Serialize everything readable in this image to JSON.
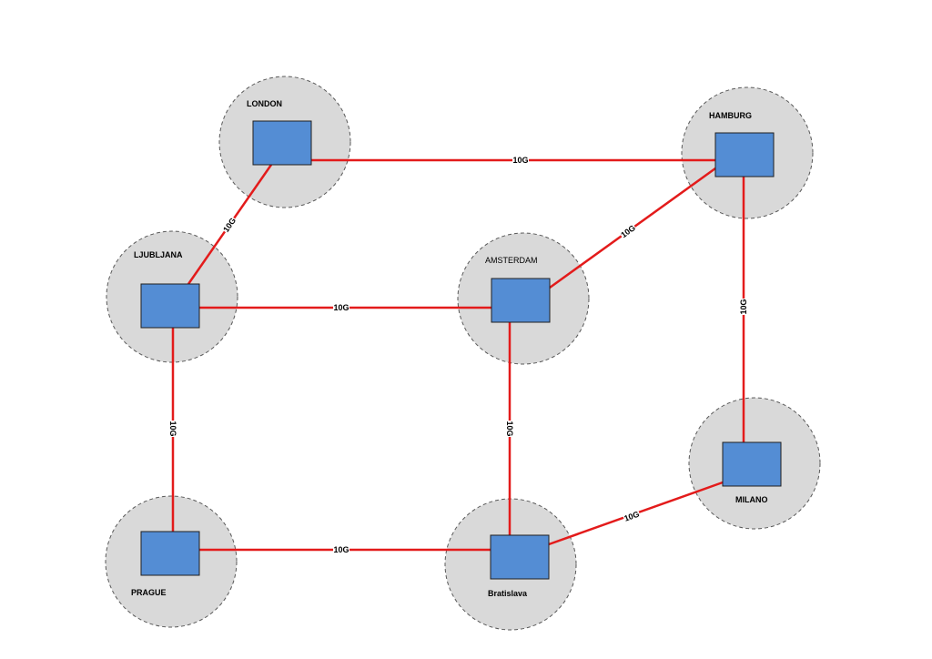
{
  "colors": {
    "background": "#ffffff",
    "site_fill": "#d9d9d9",
    "site_border": "#595959",
    "router_fill": "#548dd4",
    "link": "#e31b1b"
  },
  "sites": [
    {
      "id": "london",
      "label": "LONDON",
      "bold": true
    },
    {
      "id": "hamburg",
      "label": "HAMBURG",
      "bold": true
    },
    {
      "id": "ljubljana",
      "label": "LJUBLJANA",
      "bold": true
    },
    {
      "id": "amsterdam",
      "label": "AMSTERDAM",
      "bold": false
    },
    {
      "id": "milano",
      "label": "MILANO",
      "bold": true
    },
    {
      "id": "prague",
      "label": "PRAGUE",
      "bold": true
    },
    {
      "id": "bratislava",
      "label": "Bratislava",
      "bold": true
    }
  ],
  "links": [
    {
      "from": "london",
      "to": "hamburg",
      "label": "10G"
    },
    {
      "from": "london",
      "to": "ljubljana",
      "label": "10G"
    },
    {
      "from": "ljubljana",
      "to": "amsterdam",
      "label": "10G"
    },
    {
      "from": "amsterdam",
      "to": "hamburg",
      "label": "10G"
    },
    {
      "from": "hamburg",
      "to": "milano",
      "label": "10G"
    },
    {
      "from": "ljubljana",
      "to": "prague",
      "label": "10G"
    },
    {
      "from": "amsterdam",
      "to": "bratislava",
      "label": "10G"
    },
    {
      "from": "prague",
      "to": "bratislava",
      "label": "10G"
    },
    {
      "from": "bratislava",
      "to": "milano",
      "label": "10G"
    }
  ]
}
